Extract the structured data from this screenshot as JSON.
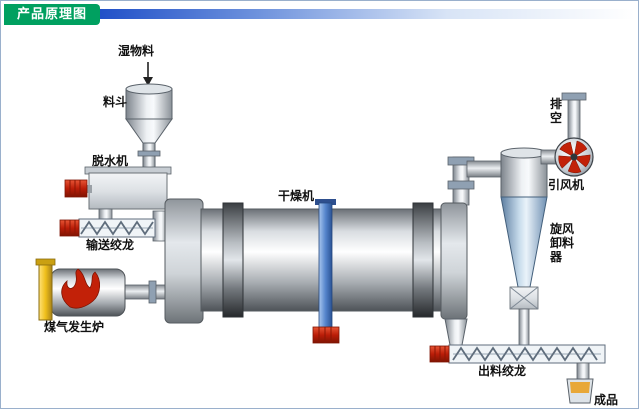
{
  "header": {
    "title": "产品原理图"
  },
  "labels": {
    "wet_material": "湿物料",
    "hopper": "料斗",
    "dewatering": "脱水机",
    "feed_auger": "输送绞龙",
    "gas_furnace": "煤气发生炉",
    "dryer": "干燥机",
    "exhaust": "排空",
    "fan": "引风机",
    "cyclone": "旋风卸料器",
    "discharge_auger": "出料绞龙",
    "product": "成品"
  },
  "icons": {
    "flame": "flame-icon",
    "fan_blades": "fan-blades-icon",
    "flow_arrow": "down-arrow-icon"
  },
  "colors": {
    "header_bg": "#00a060",
    "bar_blue": "#2050c8",
    "border_blue": "#9ab0cc",
    "motor_red": "#c22108",
    "furnace_yellow": "#efbf1a",
    "support_blue": "#4a7fd0",
    "cone_blue": "#6e8fb2",
    "product_yellow": "#e8a838"
  }
}
